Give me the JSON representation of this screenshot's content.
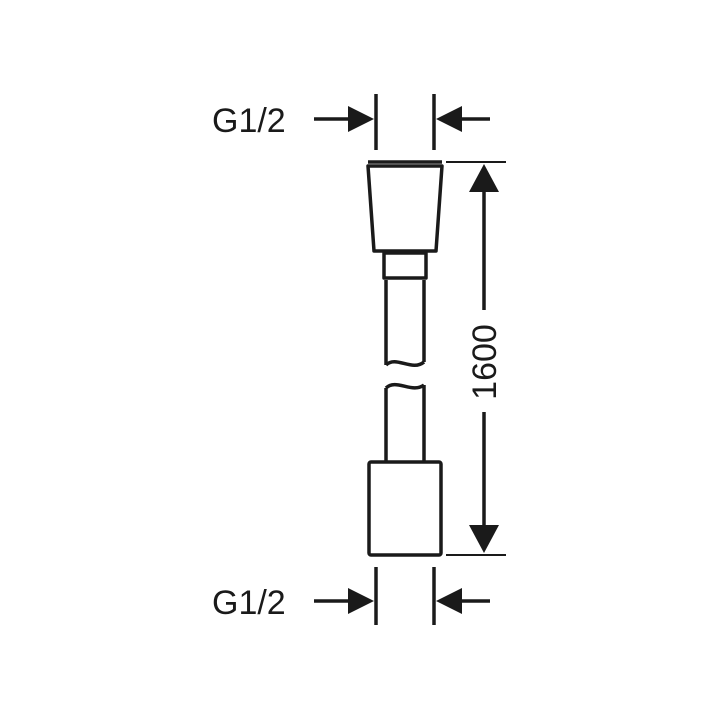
{
  "dimensions": {
    "top_thread_label": "G1/2",
    "bottom_thread_label": "G1/2",
    "length_label": "1600"
  },
  "colors": {
    "line": "#1a1a1a",
    "background": "#ffffff"
  }
}
